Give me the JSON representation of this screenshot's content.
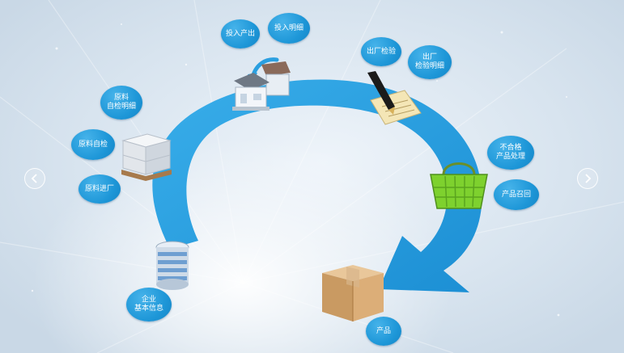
{
  "diagram": {
    "nodes": [
      {
        "id": "input-output",
        "label": "投入产出"
      },
      {
        "id": "input-detail",
        "label": "投入明细"
      },
      {
        "id": "exit-inspection",
        "label": "出厂检验"
      },
      {
        "id": "exit-inspection-detail",
        "label": "出厂\n检验明细"
      },
      {
        "id": "nonconforming-handling",
        "label": "不合格\n产品处理"
      },
      {
        "id": "product-recall",
        "label": "产品召回"
      },
      {
        "id": "product",
        "label": "产品"
      },
      {
        "id": "enterprise-info",
        "label": "企业\n基本信息"
      },
      {
        "id": "material-entry",
        "label": "原料进厂"
      },
      {
        "id": "material-selfcheck",
        "label": "原料自检"
      },
      {
        "id": "material-selfcheck-detail",
        "label": "原料\n自检明细"
      }
    ]
  },
  "navigation": {
    "prev_icon": "chevron-left-icon",
    "next_icon": "chevron-right-icon"
  },
  "colors": {
    "arrow": "#2a9fe0",
    "bubble": "#1e97d8",
    "background": "#dfe9f3"
  }
}
